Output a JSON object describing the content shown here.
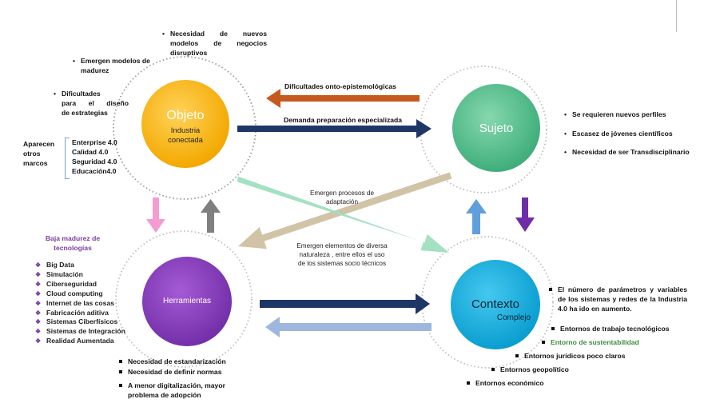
{
  "nodes": {
    "objeto": {
      "title": "Objeto",
      "subtitle_1": "Industria",
      "subtitle_2": "conectada",
      "color": "#fbb30c"
    },
    "sujeto": {
      "title": "Sujeto",
      "color": "#5cc08f"
    },
    "herramientas": {
      "title": "Herramientas",
      "color": "#8a3fbe"
    },
    "contexto": {
      "title": "Contexto",
      "subtitle": "Complejo",
      "color": "#14b1e0"
    }
  },
  "arrows": {
    "dificultades": {
      "label": "Dificultades onto-epistemológicas",
      "color": "#c55a1e"
    },
    "demanda": {
      "label": "Demanda preparación especializada",
      "color": "#1e3766"
    },
    "procesos": {
      "label_1": "Emergen procesos de",
      "label_2": "adaptación",
      "color": "#d1c3a5"
    },
    "elementos": {
      "label_1": "Emergen elementos de diversa",
      "label_2": "naturaleza , entre ellos el uso",
      "label_3": "de los sistemas socio técnicos",
      "color": "#9edfbf"
    },
    "pink": {
      "color": "#f49bd0"
    },
    "gray": {
      "color": "#7f7f7f"
    },
    "light_blue": {
      "color": "#5f9fdc"
    },
    "purple": {
      "color": "#6f2da8"
    },
    "dark_blue": {
      "color": "#1e3766"
    },
    "pale_blue": {
      "color": "#9fb6df"
    }
  },
  "objeto_notes": {
    "nuevos_modelos": [
      "Necesidad de nuevos",
      "modelos de negocios",
      "disruptivos"
    ],
    "madurez": [
      "Emergen modelos de",
      "madurez"
    ],
    "dificultades": [
      "Dificultades",
      "para el diseño",
      "de estrategias"
    ],
    "aparecen": [
      "Aparecen",
      "otros",
      "marcos"
    ],
    "marcos": [
      "Enterprise 4.0",
      "Calidad 4.0",
      "Seguridad 4.0",
      "Educación4.0"
    ]
  },
  "sujeto_notes": [
    "Se requieren nuevos perfiles",
    "Escasez de jóvenes científicos",
    "Necesidad de ser Transdisciplinario"
  ],
  "herramientas_notes": {
    "heading_1": "Baja madurez de",
    "heading_2": "tecnologías",
    "heading_color": "#7b3fa0",
    "technologies": [
      "Big Data",
      "Simulación",
      "Ciberseguridad",
      "Cloud computing",
      "Internet de las cosas",
      "Fabricación aditiva",
      "Sistemas Ciberfísicos",
      "Sistemas de Integración",
      "Realidad Aumentada"
    ],
    "bottom": [
      "Necesidad de estandarización",
      "Necesidad de definir normas"
    ],
    "digitalizacion": [
      "A menor digitalización, mayor",
      "problema de adopción"
    ]
  },
  "contexto_notes": {
    "parametros": [
      "El número de parámetros y variables",
      "de los sistemas y redes de la Industria",
      "4.0 ha ido en aumento."
    ],
    "trabajo": "Entornos de trabajo tecnológicos",
    "sustentabilidad": "Entorno de sustentabilidad",
    "sustentabilidad_color": "#3c8c3c",
    "juridicos": "Entornos jurídicos poco claros",
    "geopolitico": "Entornos geopolítico",
    "economico": "Entornos económico"
  }
}
